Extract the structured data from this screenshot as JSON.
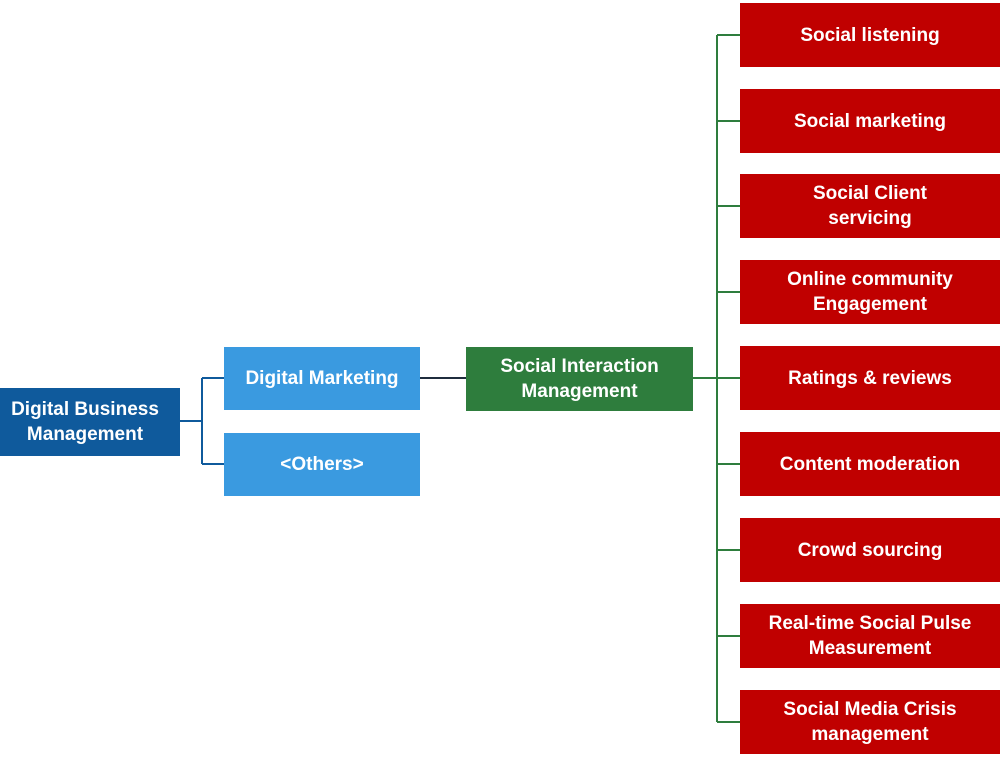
{
  "diagram": {
    "root": {
      "label": "Digital Business\nManagement"
    },
    "level1": [
      {
        "label": "Digital Marketing"
      },
      {
        "label": "<Others>"
      }
    ],
    "level2": {
      "label": "Social Interaction\nManagement"
    },
    "leaves": [
      {
        "label": "Social listening"
      },
      {
        "label": "Social marketing"
      },
      {
        "label": "Social Client\nservicing"
      },
      {
        "label": "Online community\nEngagement"
      },
      {
        "label": "Ratings & reviews"
      },
      {
        "label": "Content moderation"
      },
      {
        "label": "Crowd sourcing"
      },
      {
        "label": "Real-time Social Pulse\nMeasurement"
      },
      {
        "label": "Social Media Crisis\nmanagement"
      }
    ],
    "colors": {
      "root": "#0f5a9c",
      "level1": "#3a9ae0",
      "level2": "#2e7d3d",
      "leaf": "#c00000",
      "root_connector": "#0f5a9c",
      "level1_connector": "#1f2d3d",
      "leaf_connector": "#2e7d3d"
    }
  }
}
